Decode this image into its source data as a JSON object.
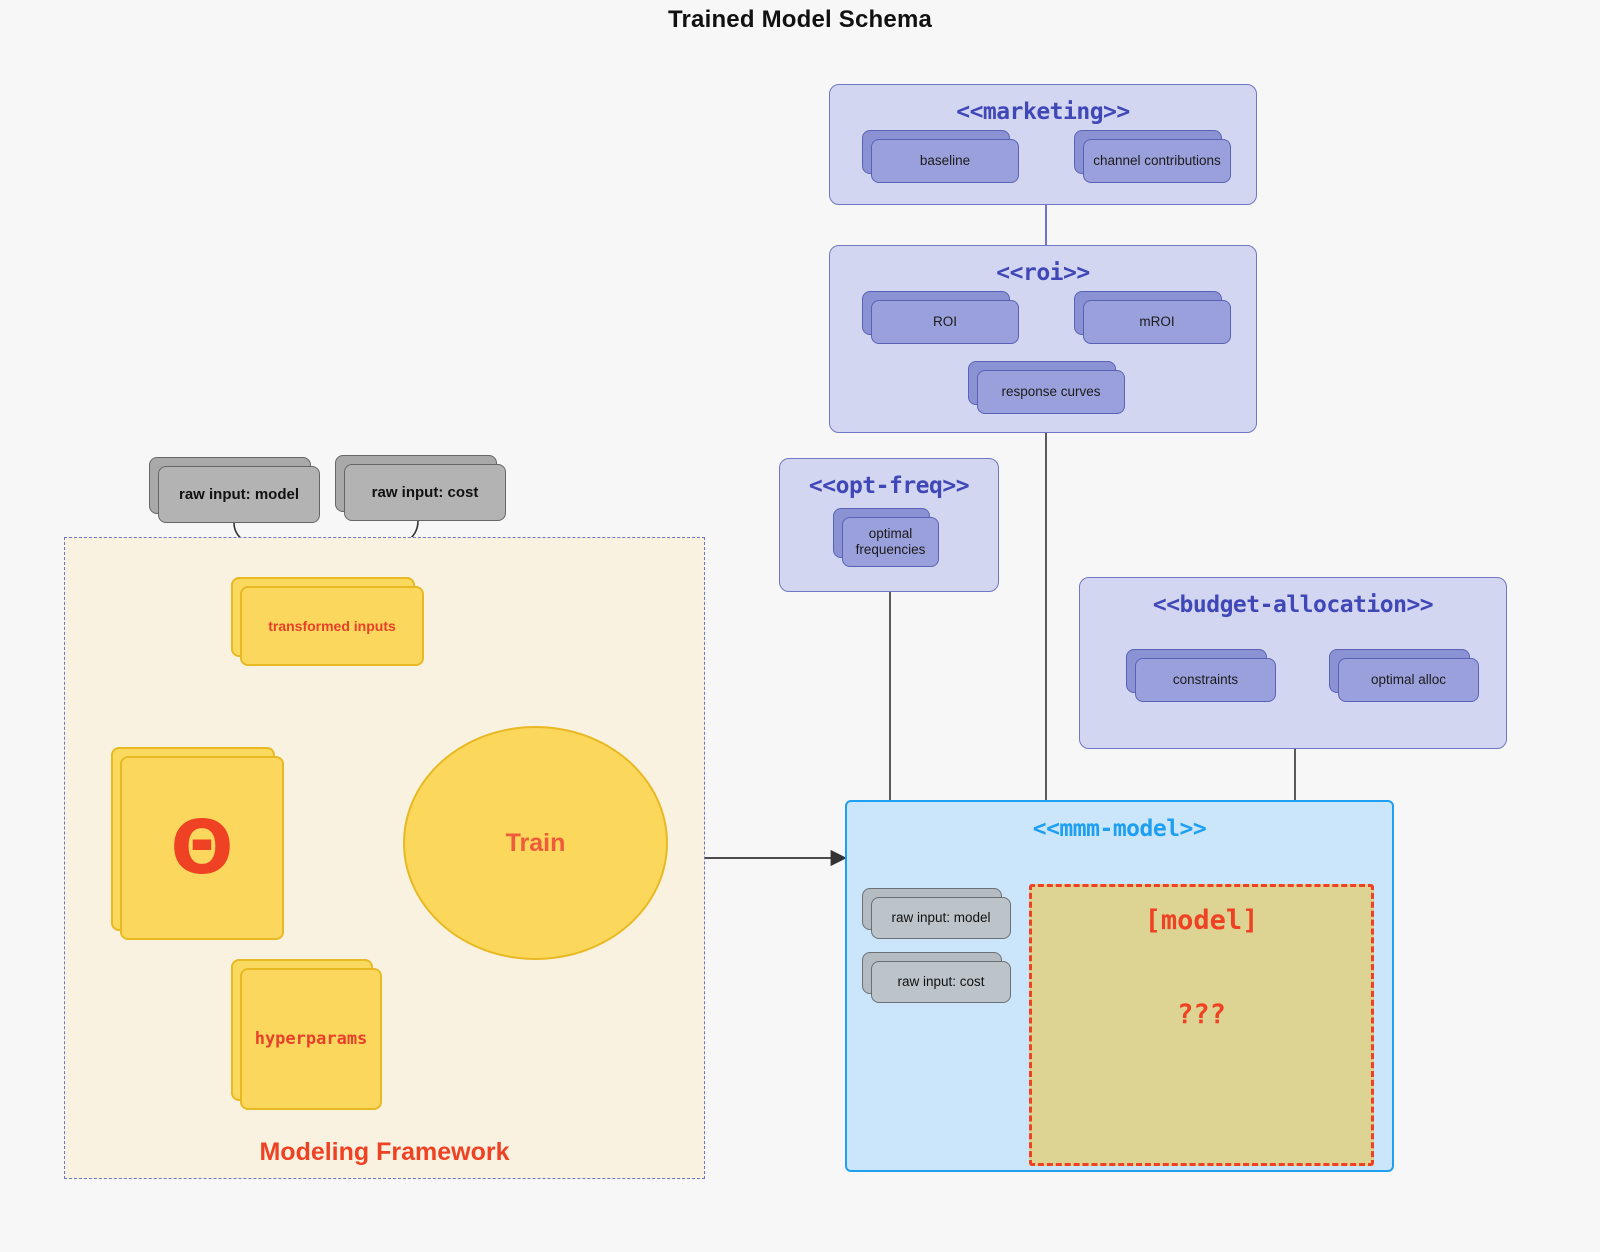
{
  "title": "Trained Model Schema",
  "colors": {
    "background": "#f7f7f7",
    "package_fill": "#d3d6f0",
    "package_border": "#6f77c4",
    "package_title": "#4048b8",
    "card_purple": "#9aa0dc",
    "card_grey": "#b3b3b3",
    "card_yellow": "#fbd85d",
    "accent_red": "#ef4123",
    "mmm_border": "#1e9ff2",
    "mmm_fill": "#cbe6fa",
    "model_fill": "#ddd392",
    "framework_fill": "#faf2e0"
  },
  "packages": {
    "marketing": {
      "title": "<<marketing>>",
      "nodes": [
        {
          "label": "baseline"
        },
        {
          "label": "channel contributions"
        }
      ],
      "relation": "bidirectional"
    },
    "roi": {
      "title": "<<roi>>",
      "nodes": [
        {
          "label": "ROI"
        },
        {
          "label": "mROI"
        },
        {
          "label": "response curves"
        }
      ],
      "relation": "bidirectional"
    },
    "opt_freq": {
      "title": "<<opt-freq>>",
      "nodes": [
        {
          "label": "optimal\nfrequencies",
          "line1": "optimal",
          "line2": "frequencies"
        }
      ]
    },
    "budget_allocation": {
      "title": "<<budget-allocation>>",
      "nodes": [
        {
          "label": "constraints"
        },
        {
          "label": "optimal alloc"
        }
      ],
      "relation": "bidirectional"
    },
    "mmm_model": {
      "title": "<<mmm-model>>",
      "inputs": [
        {
          "label": "raw input: model"
        },
        {
          "label": "raw input: cost"
        }
      ],
      "model_box": {
        "title": "[model]",
        "body": "???"
      }
    }
  },
  "framework": {
    "label": "Modeling Framework",
    "raw_inputs": [
      {
        "label": "raw input: model"
      },
      {
        "label": "raw input: cost"
      }
    ],
    "transformed": {
      "label": "transformed inputs"
    },
    "theta": {
      "label": "Θ"
    },
    "hyperparams": {
      "label": "hyperparams"
    },
    "train": {
      "label": "Train"
    }
  }
}
